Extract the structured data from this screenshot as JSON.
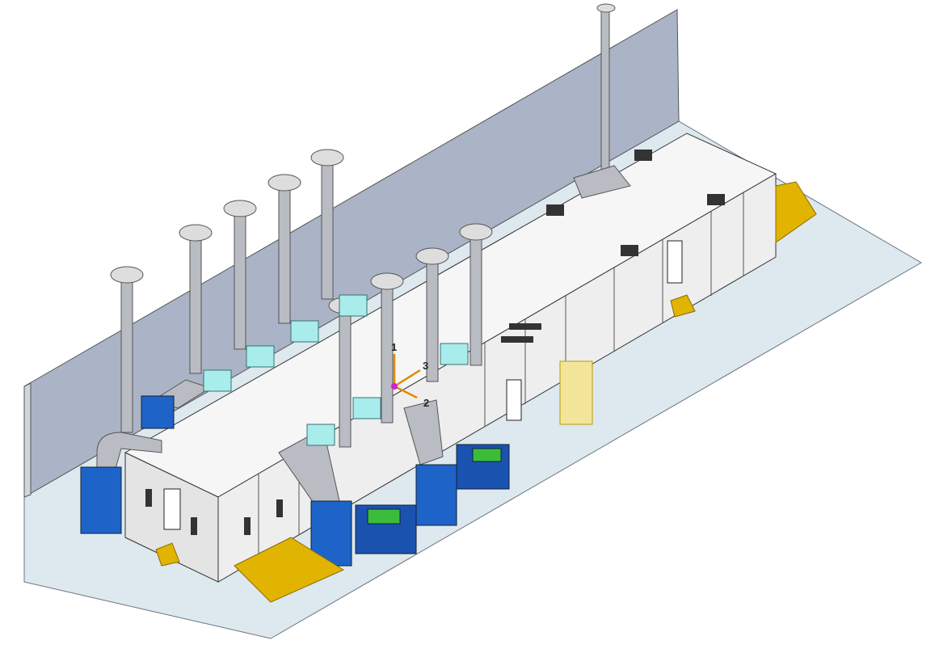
{
  "scene": {
    "triad": {
      "axis_1": "1",
      "axis_2": "2",
      "axis_3": "3"
    },
    "colors": {
      "wall": "#aab4c6",
      "floor": "#dde8ef",
      "booth": "#f4f4f4",
      "duct": "#b9bcc2",
      "fan": "#a8ecec",
      "filter_unit": "#1e63c8",
      "ramp": "#e0b400",
      "panel": "#f3e69a",
      "triad": "#e08a00"
    }
  }
}
